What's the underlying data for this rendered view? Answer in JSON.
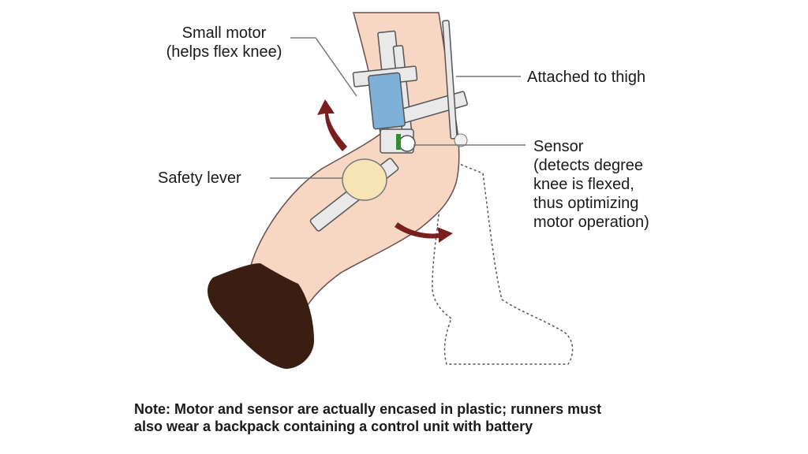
{
  "labels": {
    "small_motor": [
      "Small motor",
      "(helps flex knee)"
    ],
    "attached_thigh": "Attached to thigh",
    "sensor": [
      "Sensor",
      "(detects degree",
      "knee is flexed,",
      "thus optimizing",
      "motor operation)"
    ],
    "safety_lever": "Safety lever"
  },
  "note": [
    "Note: Motor and sensor are actually encased in plastic; runners must",
    "also wear a backpack containing a control unit with battery"
  ],
  "colors": {
    "skin": "#f7d6c4",
    "motor": "#7fb0d8",
    "lever": "#f6e4b4",
    "arrow": "#7a1e1e",
    "shoe": "#3a1e12",
    "frame": "#e9e9e9",
    "sensor": "#2f8f2f"
  }
}
